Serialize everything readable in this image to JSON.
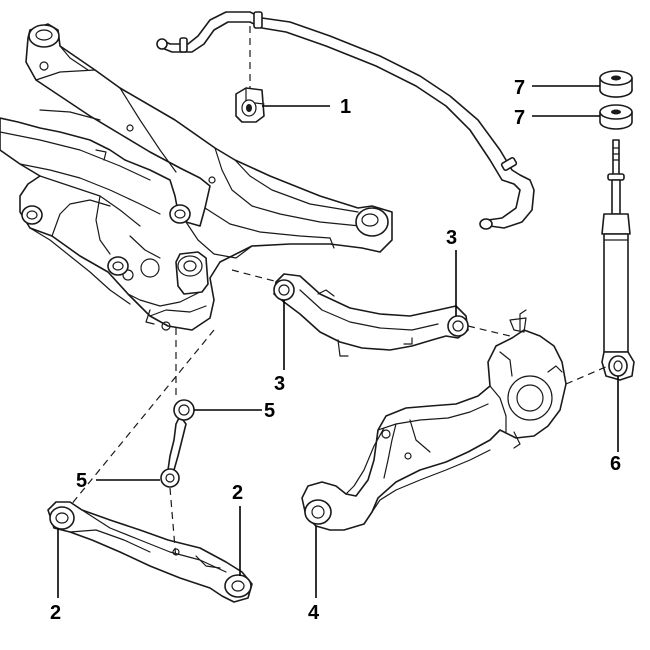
{
  "callouts": {
    "c1": "1",
    "c2a": "2",
    "c2b": "2",
    "c3a": "3",
    "c3b": "3",
    "c4": "4",
    "c5a": "5",
    "c5b": "5",
    "c6": "6",
    "c7a": "7",
    "c7b": "7"
  },
  "colors": {
    "line": "#1a1a1a",
    "background": "#ffffff"
  }
}
